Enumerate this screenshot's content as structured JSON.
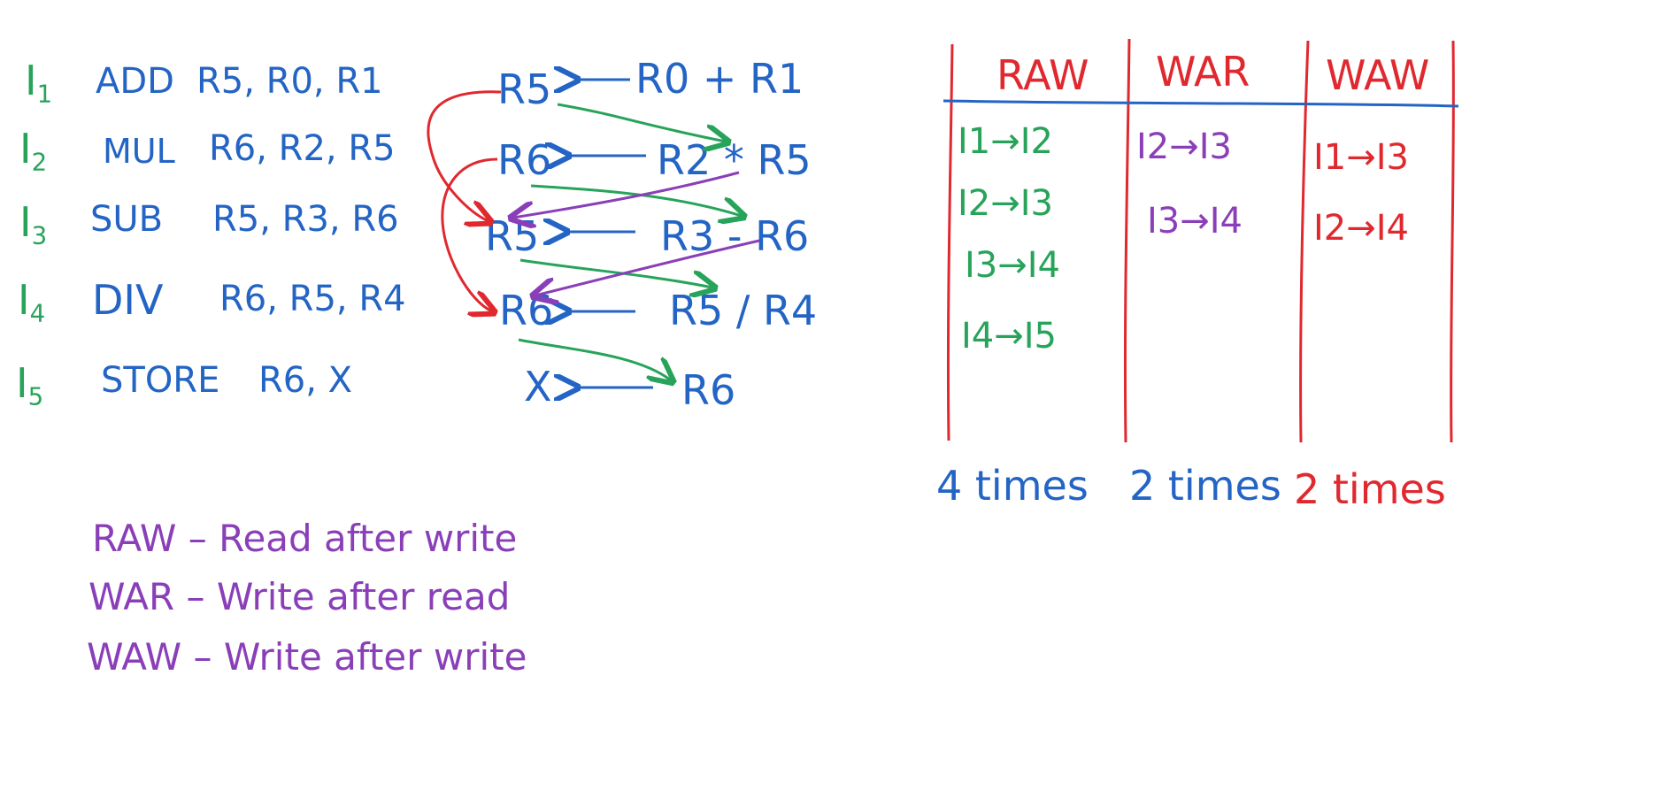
{
  "instructions": [
    {
      "id": "I1",
      "label": "I",
      "sub": "1",
      "op": "ADD",
      "operands": "R5, R0, R1"
    },
    {
      "id": "I2",
      "label": "I",
      "sub": "2",
      "op": "MUL",
      "operands": "R6, R2, R5"
    },
    {
      "id": "I3",
      "label": "I",
      "sub": "3",
      "op": "SUB",
      "operands": "R5, R3, R6"
    },
    {
      "id": "I4",
      "label": "I",
      "sub": "4",
      "op": "DIV",
      "operands": "R6, R5, R4"
    },
    {
      "id": "I5",
      "label": "I",
      "sub": "5",
      "op": "STORE",
      "operands": "R6, X"
    }
  ],
  "flow": [
    {
      "dest": "R5",
      "expr": "R0 + R1"
    },
    {
      "dest": "R6",
      "expr": "R2 * R5"
    },
    {
      "dest": "R5",
      "expr": "R3 - R6"
    },
    {
      "dest": "R6",
      "expr": "R5 / R4"
    },
    {
      "dest": "X",
      "expr": "R6"
    }
  ],
  "table": {
    "headers": {
      "raw": "RAW",
      "war": "WAR",
      "waw": "WAW"
    },
    "raw": [
      "I1→I2",
      "I2→I3",
      "I3→I4",
      "I4→I5"
    ],
    "war": [
      "I2→I3",
      "I3→I4"
    ],
    "waw": [
      "I1→I3",
      "I2→I4"
    ],
    "counts": {
      "raw": "4 times",
      "war": "2 times",
      "waw": "2 times"
    }
  },
  "definitions": [
    "RAW – Read after write",
    "WAR – Write after read",
    "WAW – Write after write"
  ],
  "colors": {
    "green": "#27a35a",
    "blue": "#2364c4",
    "red": "#e0282f",
    "purple": "#8a3fb8"
  }
}
